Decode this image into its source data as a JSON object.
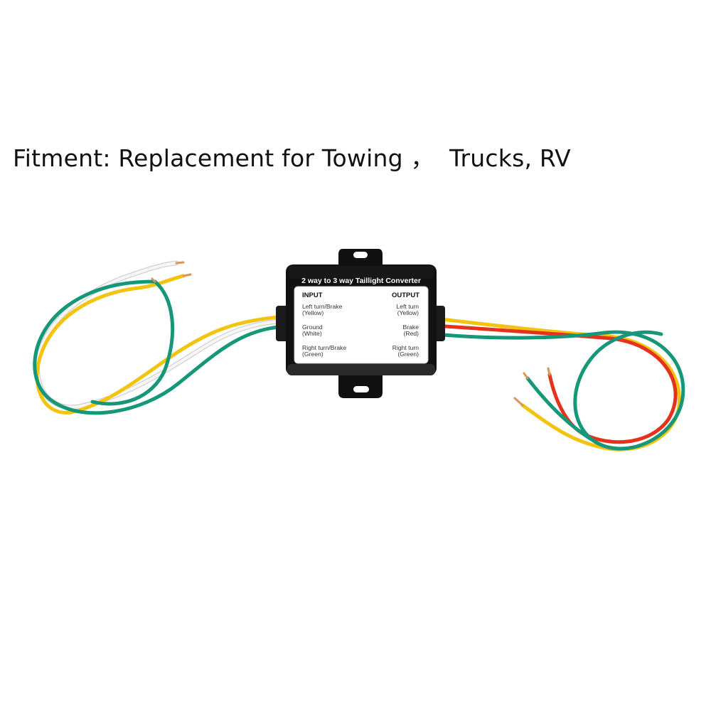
{
  "caption": "Fitment: Replacement for Towing ，  Trucks, RV",
  "converter": {
    "title": "2 way to 3 way Taillight Converter",
    "input_header": "INPUT",
    "output_header": "OUTPUT",
    "input_rows": [
      {
        "line1": "Left turn/Brake",
        "line2": "(Yellow)"
      },
      {
        "line1": "Ground",
        "line2": "(White)"
      },
      {
        "line1": "Right turn/Brake",
        "line2": "(Green)"
      }
    ],
    "output_rows": [
      {
        "line1": "Left turn",
        "line2": "(Yellow)"
      },
      {
        "line1": "Brake",
        "line2": "(Red)"
      },
      {
        "line1": "Right turn",
        "line2": "(Green)"
      }
    ]
  },
  "colors": {
    "wire_yellow": "#f2c40f",
    "wire_white": "#f4f4f4",
    "wire_green": "#16977a",
    "wire_red": "#e5321c",
    "housing": "#111111",
    "copper": "#d9955a"
  }
}
